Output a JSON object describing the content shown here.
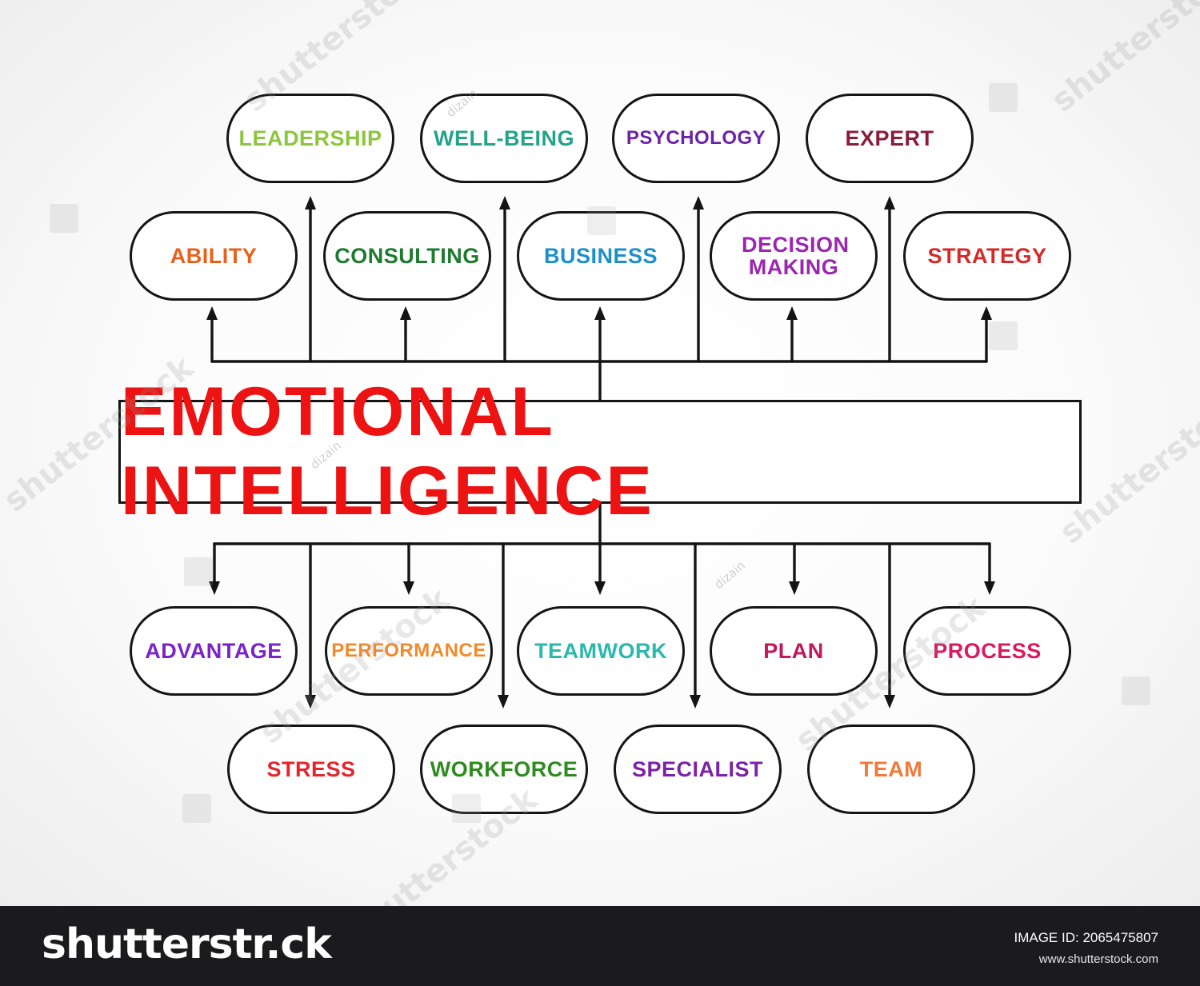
{
  "title": "EMOTIONAL INTELLIGENCE",
  "title_color": "#ee1313",
  "top_row_outer": [
    {
      "label": "LEADERSHIP",
      "color": "#8cc63e"
    },
    {
      "label": "WELL-BEING",
      "color": "#22a38a"
    },
    {
      "label": "PSYCHOLOGY",
      "color": "#6b21a8"
    },
    {
      "label": "EXPERT",
      "color": "#8b1d3a"
    }
  ],
  "top_row_inner": [
    {
      "label": "ABILITY",
      "color": "#e8601c"
    },
    {
      "label": "CONSULTING",
      "color": "#1d7a2e"
    },
    {
      "label": "BUSINESS",
      "color": "#1e90c8"
    },
    {
      "label": "DECISION MAKING",
      "color": "#9b27b0"
    },
    {
      "label": "STRATEGY",
      "color": "#d42a2a"
    }
  ],
  "bottom_row_inner": [
    {
      "label": "ADVANTAGE",
      "color": "#7b22c9"
    },
    {
      "label": "PERFORMANCE",
      "color": "#f08a2a"
    },
    {
      "label": "TEAMWORK",
      "color": "#2bb8ad"
    },
    {
      "label": "PLAN",
      "color": "#c2185b"
    },
    {
      "label": "PROCESS",
      "color": "#d81b60"
    }
  ],
  "bottom_row_outer": [
    {
      "label": "STRESS",
      "color": "#e3262e"
    },
    {
      "label": "WORKFORCE",
      "color": "#2e8b1f"
    },
    {
      "label": "SPECIALIST",
      "color": "#7b22a8"
    },
    {
      "label": "TEAM",
      "color": "#f07a3a"
    }
  ],
  "watermarks": {
    "brand": "shutterstock",
    "author": "dizain"
  },
  "footer": {
    "brand": "shutterstr.ck",
    "image_id": "IMAGE ID: 2065475807",
    "url": "www.shutterstock.com"
  }
}
